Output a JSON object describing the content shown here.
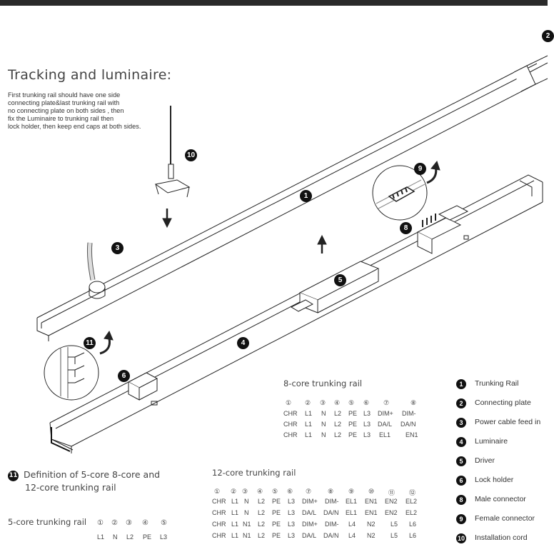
{
  "title": "Tracking and luminaire:",
  "intro_lines": [
    "First trunking rail should have one side",
    "connecting plate&last trunking rail with",
    "no connecting plate on both sides , then",
    "fix the Luminaire to trunking rail then",
    "lock holder, then keep end caps at both sides."
  ],
  "callouts": {
    "c1": "1",
    "c2": "2",
    "c3": "3",
    "c4": "4",
    "c5": "5",
    "c6": "6",
    "c8": "8",
    "c9": "9",
    "c10": "10",
    "c11": "11"
  },
  "legend": [
    {
      "num": "1",
      "label": "Trunking Rail"
    },
    {
      "num": "2",
      "label": "Connecting plate"
    },
    {
      "num": "3",
      "label": "Power cable feed in"
    },
    {
      "num": "4",
      "label": "Luminaire"
    },
    {
      "num": "5",
      "label": "Driver"
    },
    {
      "num": "6",
      "label": "Lock holder"
    },
    {
      "num": "8",
      "label": "Male connector"
    },
    {
      "num": "9",
      "label": "Female connector"
    },
    {
      "num": "10",
      "label": "Installation cord"
    }
  ],
  "definition": {
    "num": "11",
    "line1": "Definition of 5-core 8-core and",
    "line2": "12-core trunking rail"
  },
  "rail8": {
    "title": "8-core trunking rail",
    "header": [
      "①",
      "②",
      "③",
      "④",
      "⑤",
      "⑥",
      "⑦",
      "⑧"
    ],
    "rows": [
      [
        "CHR",
        "L1",
        "N",
        "L2",
        "PE",
        "L3",
        "DIM+",
        "DIM-"
      ],
      [
        "CHR",
        "L1",
        "N",
        "L2",
        "PE",
        "L3",
        "DA/L",
        "DA/N"
      ],
      [
        "CHR",
        "L1",
        "N",
        "L2",
        "PE",
        "L3",
        "EL1",
        "EN1"
      ]
    ]
  },
  "rail12": {
    "title": "12-core trunking rail",
    "header": [
      "①",
      "②",
      "③",
      "④",
      "⑤",
      "⑥",
      "⑦",
      "⑧",
      "⑨",
      "⑩",
      "⑪",
      "⑫"
    ],
    "rows": [
      [
        "CHR",
        "L1",
        "N",
        "L2",
        "PE",
        "L3",
        "DIM+",
        "DIM-",
        "EL1",
        "EN1",
        "EN2",
        "EL2"
      ],
      [
        "CHR",
        "L1",
        "N",
        "L2",
        "PE",
        "L3",
        "DA/L",
        "DA/N",
        "EL1",
        "EN1",
        "EN2",
        "EL2"
      ],
      [
        "CHR",
        "L1",
        "N1",
        "L2",
        "PE",
        "L3",
        "DIM+",
        "DIM-",
        "L4",
        "N2",
        "L5",
        "L6"
      ],
      [
        "CHR",
        "L1",
        "N1",
        "L2",
        "PE",
        "L3",
        "DA/L",
        "DA/N",
        "L4",
        "N2",
        "L5",
        "L6"
      ]
    ]
  },
  "rail5": {
    "title": "5-core trunking rail",
    "header": [
      "①",
      "②",
      "③",
      "④",
      "⑤"
    ],
    "values": [
      "L1",
      "N",
      "L2",
      "PE",
      "L3"
    ]
  }
}
